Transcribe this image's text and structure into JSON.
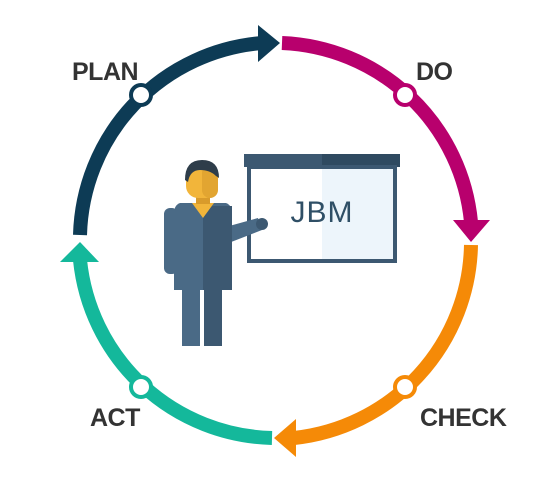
{
  "cycle": {
    "stages": [
      {
        "id": "plan",
        "label": "PLAN",
        "color": "#0d3b55"
      },
      {
        "id": "do",
        "label": "DO",
        "color": "#b8006d"
      },
      {
        "id": "check",
        "label": "CHECK",
        "color": "#f58a07"
      },
      {
        "id": "act",
        "label": "ACT",
        "color": "#14b89b"
      }
    ]
  },
  "presentation": {
    "board_text": "JBM",
    "person_icon": "presenter-person-icon",
    "board_icon": "whiteboard-icon",
    "colors": {
      "skin": "#f2b53a",
      "hair": "#2e3d4a",
      "suit": "#4a6a86",
      "suit_shadow": "#3c5871",
      "board_frame": "#3c5871",
      "board_bg": "#ffffff",
      "board_shade": "#edf5fb"
    }
  }
}
